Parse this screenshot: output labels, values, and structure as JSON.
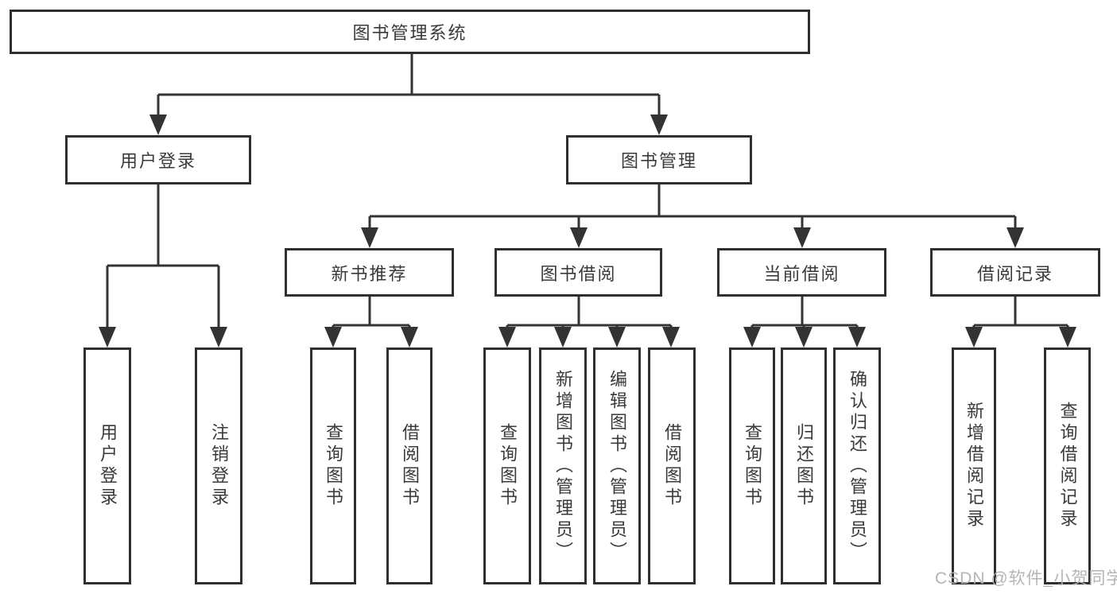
{
  "diagram": {
    "root": {
      "label": "图书管理系统"
    },
    "level2": [
      {
        "label": "用户登录"
      },
      {
        "label": "图书管理"
      }
    ],
    "level3": [
      {
        "label": "新书推荐"
      },
      {
        "label": "图书借阅"
      },
      {
        "label": "当前借阅"
      },
      {
        "label": "借阅记录"
      }
    ],
    "leaves": [
      {
        "label": "用户登录"
      },
      {
        "label": "注销登录"
      },
      {
        "label": "查询图书"
      },
      {
        "label": "借阅图书"
      },
      {
        "label": "查询图书"
      },
      {
        "label": "新增图书（管理员）"
      },
      {
        "label": "编辑图书（管理员）"
      },
      {
        "label": "借阅图书"
      },
      {
        "label": "查询图书"
      },
      {
        "label": "归还图书"
      },
      {
        "label": "确认归还（管理员）"
      },
      {
        "label": "新增借阅记录"
      },
      {
        "label": "查询借阅记录"
      }
    ]
  },
  "watermark": {
    "text": "CSDN @软件_小贺同学"
  },
  "colors": {
    "line": "#333333",
    "box_border": "#2f2f2f",
    "text": "#3a3a3a",
    "background": "#ffffff",
    "watermark": "#b2b2b2"
  }
}
